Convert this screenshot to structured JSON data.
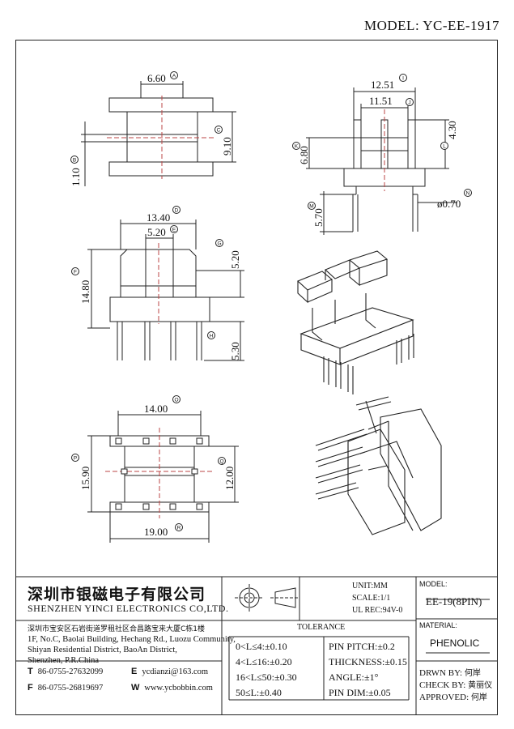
{
  "model": "MODEL: YC-EE-1917",
  "dimensions": {
    "d_a": "6.60",
    "d_b": "1.10",
    "d_c": "9.10",
    "d_d": "13.40",
    "d_e": "5.20",
    "d_f": "14.80",
    "d_g": "5.20",
    "d_h": "5.30",
    "d_i": "12.51",
    "d_j": "11.51",
    "d_k": "6.80",
    "d_l": "4.30",
    "d_m": "5.70",
    "d_n": "ø0.70",
    "d_o": "14.00",
    "d_p": "15.90",
    "d_q": "12.00",
    "d_r": "19.00"
  },
  "markers": {
    "a": "A",
    "b": "B",
    "c": "C",
    "d": "D",
    "e": "E",
    "f": "F",
    "g": "G",
    "h": "H",
    "i": "I",
    "j": "J",
    "k": "K",
    "l": "L",
    "m": "M",
    "n": "N",
    "o": "O",
    "p": "P",
    "q": "Q",
    "r": "R"
  },
  "company": {
    "name_cn": "深圳市银磁电子有限公司",
    "name_en": "SHENZHEN YINCI ELECTRONICS CO,LTD.",
    "address_cn": "深圳市宝安区石岩街道罗租社区合昌路宝来大厦C栋1楼",
    "address_en_1": "1F, No.C, Baolai Building, Hechang Rd., Luozu Community,",
    "address_en_2": "Shiyan Residential District, BaoAn District,",
    "address_en_3": "Shenzhen, P.R.China",
    "t_label": "T",
    "tel": "86-0755-27632099",
    "e_label": "E",
    "email": "ycdianzi@163.com",
    "f_label": "F",
    "fax": "86-0755-26819697",
    "w_label": "W",
    "web": "www.ycbobbin.com"
  },
  "specs": {
    "unit": "UNIT:MM",
    "scale": "SCALE:1/1",
    "ul": "UL REC:94V-0",
    "model_label": "MODEL:",
    "model_value": "EE-19(8PIN)",
    "material_label": "MATERIAL:",
    "material_value": "PHENOLIC"
  },
  "tolerance": {
    "title": "TOLERANCE",
    "rows_left": [
      "0<L≤4:±0.10",
      "4<L≤16:±0.20",
      "16<L≤50:±0.30",
      "50≤L:±0.40"
    ],
    "rows_right": [
      "PIN PITCH:±0.2",
      "THICKNESS:±0.15",
      "ANGLE:±1°",
      "PIN DIM:±0.05"
    ]
  },
  "signoff": {
    "drawn_label": "DRWN BY:",
    "drawn": "何岸",
    "check_label": "CHECK BY:",
    "check": "黄丽仪",
    "approved_label": "APPROVED:",
    "approved": "何岸"
  }
}
